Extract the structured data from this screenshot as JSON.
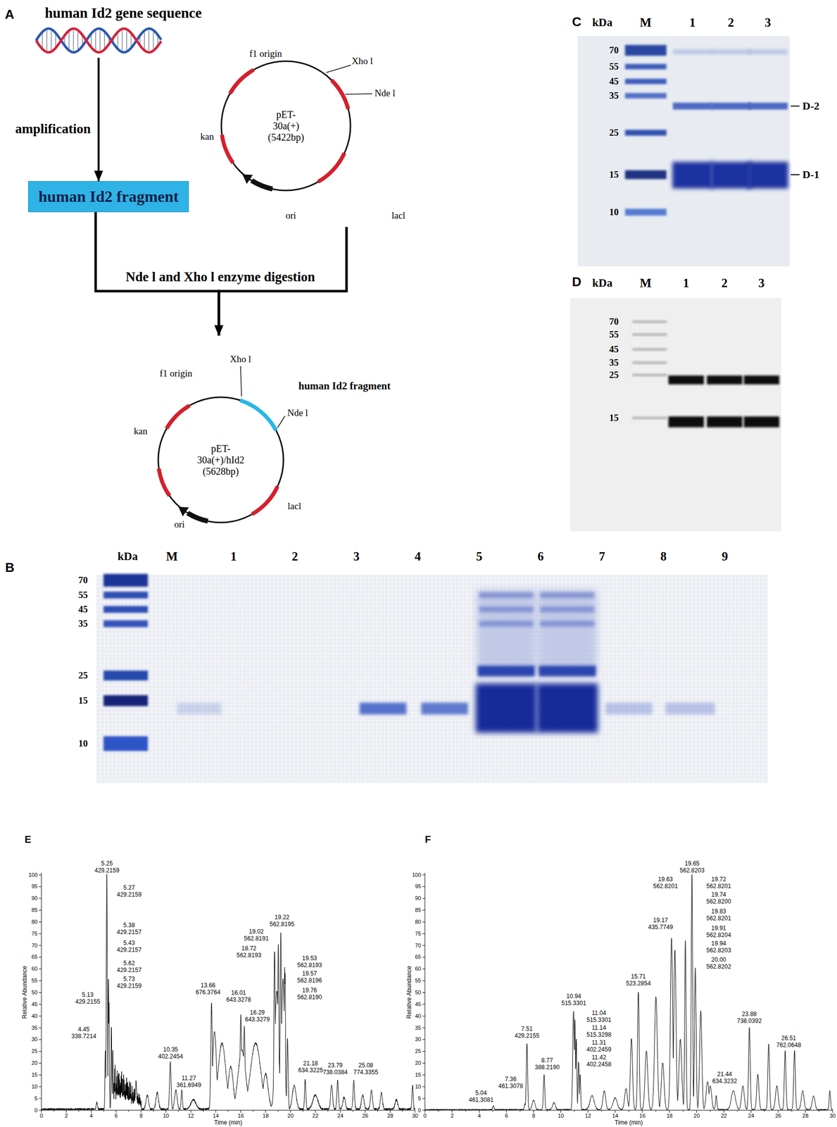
{
  "diagram": {
    "nodes": [
      {
        "text": [
          "human Id2 gene sequence"
        ]
      },
      {
        "text": [
          "human Id2 fragment"
        ]
      },
      {
        "text": [
          "pET-30a(+) (5422bp)"
        ]
      },
      {
        "text": [
          "pET-30a(+)/hId2 (5628bp)"
        ]
      }
    ],
    "edges": [
      {
        "from": 0,
        "to": 1,
        "arrow": "to",
        "label": "amplification"
      },
      {
        "from": 1,
        "to": 3,
        "arrow": "to",
        "label": "Nde l and Xho l enzyme digestion"
      },
      {
        "from": 2,
        "to": 3,
        "arrow": "to"
      }
    ],
    "labels": [
      "A",
      "f1 origin",
      "Xho l",
      "Nde l",
      "kan",
      "lacl",
      "ori",
      "f1 origin",
      "Xho l",
      "human Id2 fragment",
      "Nde l",
      "kan",
      "lacl",
      "ori",
      "C",
      "kDa",
      "M",
      "1",
      "2",
      "3",
      "70",
      "55",
      "45",
      "35",
      "25",
      "15",
      "10",
      "D-2",
      "D-1",
      "D",
      "kDa",
      "M",
      "1",
      "2",
      "3",
      "70",
      "55",
      "45",
      "35",
      "25",
      "15",
      "B",
      "kDa",
      "M",
      "1",
      "2",
      "3",
      "4",
      "5",
      "6",
      "7",
      "8",
      "9",
      "70",
      "55",
      "45",
      "35",
      "25",
      "15",
      "10",
      "E",
      "5.25 429.2159",
      "5.27 429.2159",
      "5.38 429.2157",
      "5.43 429.2157",
      "5.62 429.2157",
      "5.73 429.2159",
      "5.13 429.2155",
      "4.45 338.7214",
      "10.35 402.2454",
      "11.27 361.6949",
      "13.66 676.3764",
      "16.01 643.3278",
      "16.29 643.3279",
      "18.72 562.8193",
      "19.02 562.8191",
      "19.22 562.8195",
      "19.53 562.8193",
      "19.57 562.8196",
      "19.76 562.8190",
      "21.18 634.3225",
      "23.79 738.0384",
      "25.08 774.3355",
      "0",
      "5",
      "10",
      "15",
      "20",
      "25",
      "30",
      "35",
      "40",
      "45",
      "50",
      "55",
      "60",
      "65",
      "70",
      "75",
      "80",
      "85",
      "90",
      "95",
      "100",
      "0",
      "2",
      "4",
      "6",
      "8",
      "10",
      "12",
      "14",
      "16",
      "18",
      "20",
      "22",
      "24",
      "26",
      "28",
      "30",
      "Relative Abundance",
      "Time (min)",
      "F",
      "19.65 562.8203",
      "19.63 562.8201",
      "19.72 562.8201",
      "19.74 562.8200",
      "19.17 435.7749",
      "19.83 562.8201",
      "19.91 562.8204",
      "19.94 562.8203",
      "20.00 562.8202",
      "15.71 523.2854",
      "10.94 515.3301",
      "11.04 515.3301",
      "11.14 515.3298",
      "11.31 402.2459",
      "11.42 402.2458",
      "7.51 429.2155",
      "8.77 388.2190",
      "7.36 461.3078",
      "5.04 461.3081",
      "21.44 634.3232",
      "23.88 738.0392",
      "26.51 762.0648",
      "0",
      "5",
      "10",
      "15",
      "20",
      "25",
      "30",
      "35",
      "40",
      "45",
      "50",
      "55",
      "60",
      "65",
      "70",
      "75",
      "80",
      "85",
      "90",
      "95",
      "100",
      "0",
      "2",
      "4",
      "6",
      "8",
      "10",
      "12",
      "14",
      "16",
      "18",
      "20",
      "22",
      "24",
      "26",
      "28",
      "30",
      "Relative Abundance",
      "Time (min)"
    ]
  }
}
